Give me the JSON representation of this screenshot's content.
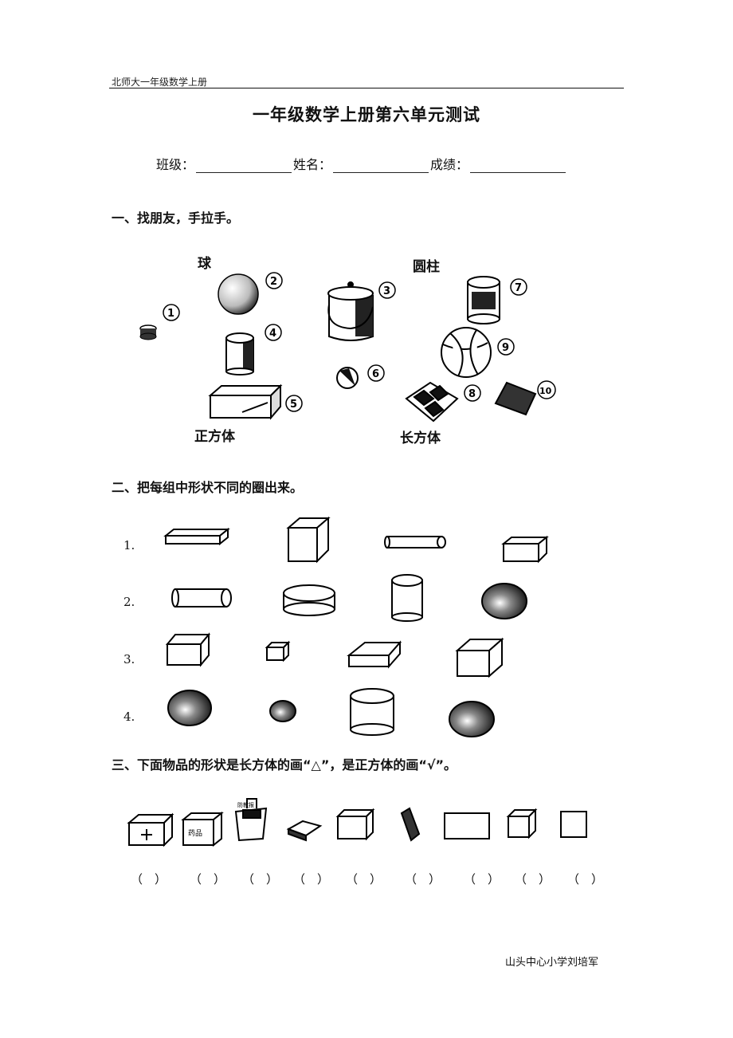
{
  "header": {
    "top_text": "北师大一年级数学上册"
  },
  "title": "一年级数学上册第六单元测试",
  "info": {
    "class_label": "班级：",
    "name_label": "姓名：",
    "score_label": "成绩："
  },
  "section1": {
    "heading": "一、找朋友，手拉手。",
    "labels": {
      "sphere": "球",
      "cylinder": "圆柱",
      "cube": "正方体",
      "cuboid": "长方体"
    },
    "item_numbers": [
      "①",
      "②",
      "③",
      "④",
      "⑤",
      "⑥",
      "⑦",
      "⑧",
      "⑨",
      "⑩"
    ]
  },
  "section2": {
    "heading": "二、把每组中形状不同的圈出来。",
    "rows": [
      "1.",
      "2.",
      "3.",
      "4."
    ]
  },
  "section3": {
    "heading": "三、下面物品的形状是长方体的画“△”，是正方体的画“√”。",
    "box_labels": [
      "药品",
      "防教报"
    ],
    "parens": [
      "（　）",
      "（　）",
      "（　）",
      "（　）",
      "（　）",
      "（　）",
      "（　）",
      "（　）",
      "（　）"
    ]
  },
  "footer": "山头中心小学刘培军"
}
